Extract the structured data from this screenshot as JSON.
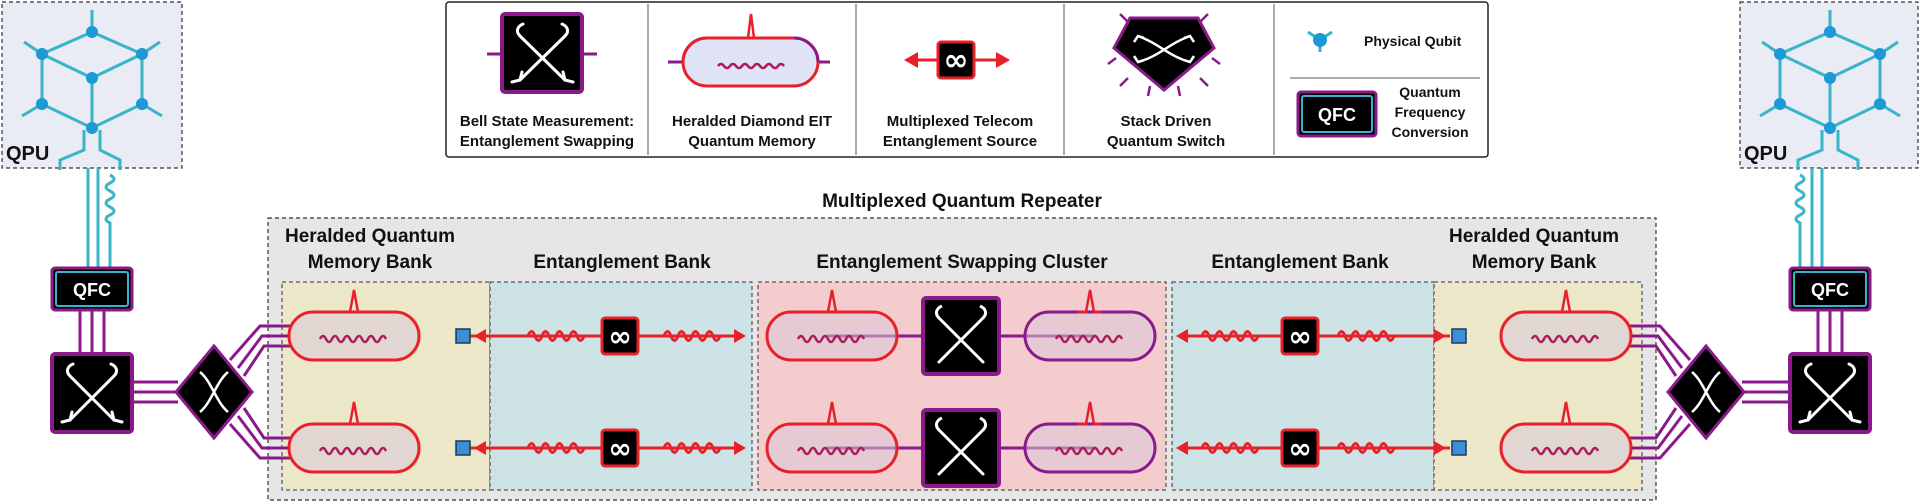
{
  "legend": {
    "bsm": [
      "Bell State Measurement:",
      "Entanglement Swapping"
    ],
    "memory": [
      "Heralded Diamond EIT",
      "Quantum Memory"
    ],
    "source": [
      "Multiplexed Telecom",
      "Entanglement Source"
    ],
    "switch": [
      "Stack Driven",
      "Quantum Switch"
    ],
    "qubit": "Physical Qubit",
    "qfc": [
      "Quantum",
      "Frequency",
      "Conversion"
    ]
  },
  "qpu_label": "QPU",
  "qfc_label": "QFC",
  "source_symbol": "∞",
  "repeater_title": "Multiplexed Quantum Repeater",
  "sections": {
    "memory_bank_left": [
      "Heralded Quantum",
      "Memory Bank"
    ],
    "entanglement_bank_left": "Entanglement Bank",
    "swapping_cluster": "Entanglement Swapping Cluster",
    "entanglement_bank_right": "Entanglement Bank",
    "memory_bank_right": [
      "Heralded Quantum",
      "Memory Bank"
    ]
  },
  "colors": {
    "purple": "#8a1a8a",
    "red": "#e8202a",
    "teal": "#3ab4c8",
    "qubit_blue": "#1c9ad6",
    "qpu_bg": "#e9ebf5",
    "repeater_bg": "#e6e6e6",
    "memory_bank_bg": "#ede7c9",
    "ent_bank_bg": "#cde2e4",
    "swap_bg": "#f4cccd"
  }
}
